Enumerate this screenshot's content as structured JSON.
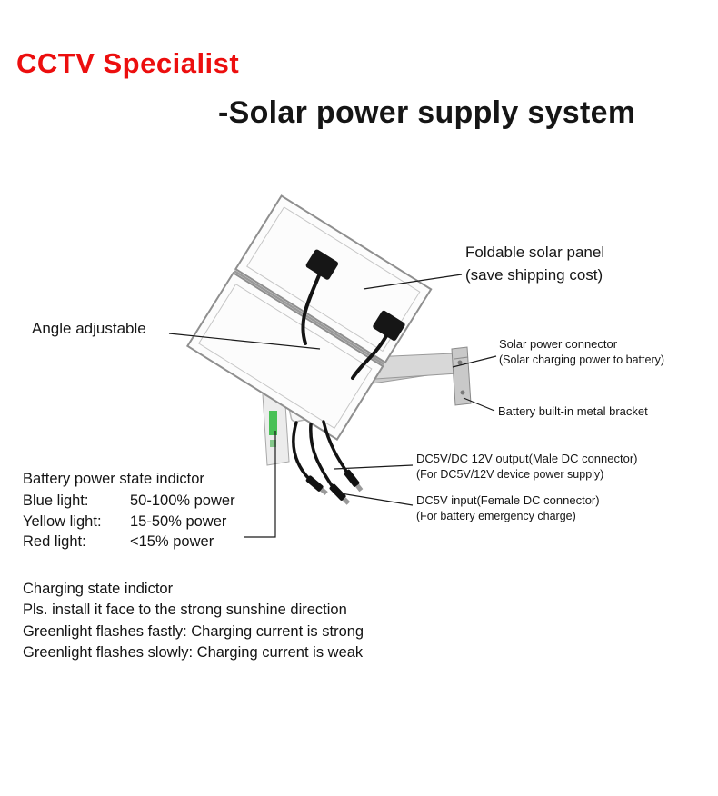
{
  "page": {
    "brand": "CCTV Specialist",
    "title": "-Solar power supply system"
  },
  "callouts": {
    "foldable": {
      "line1": "Foldable solar panel",
      "line2": "(save shipping cost)"
    },
    "angle": {
      "label": "Angle adjustable"
    },
    "solar_connector": {
      "line1": "Solar power connector",
      "line2": "(Solar charging power to battery)"
    },
    "bracket": {
      "label": "Battery built-in metal bracket"
    },
    "dc_output": {
      "line1": "DC5V/DC 12V output(Male DC connector)",
      "line2": "(For DC5V/12V device power supply)"
    },
    "dc_input": {
      "line1": "DC5V input(Female DC connector)",
      "line2": "(For battery emergency charge)"
    }
  },
  "battery_state": {
    "title": "Battery power state indictor",
    "rows": [
      {
        "label": "Blue light:",
        "value": "50-100% power"
      },
      {
        "label": "Yellow light:",
        "value": "15-50% power"
      },
      {
        "label": "Red light:",
        "value": "<15% power"
      }
    ]
  },
  "charging_state": {
    "lines": [
      "Charging state indictor",
      "Pls. install it face to the strong sunshine direction",
      "Greenlight flashes fastly: Charging current is strong",
      "Greenlight flashes slowly: Charging current is weak"
    ]
  },
  "colors": {
    "brand_red": "#ec0e0e",
    "text": "#141414",
    "leader_line": "#1a1a1a",
    "panel_stroke": "#8f8f8f",
    "bracket_gray": "#d8d8d8",
    "led_green": "#3fbf4e"
  }
}
